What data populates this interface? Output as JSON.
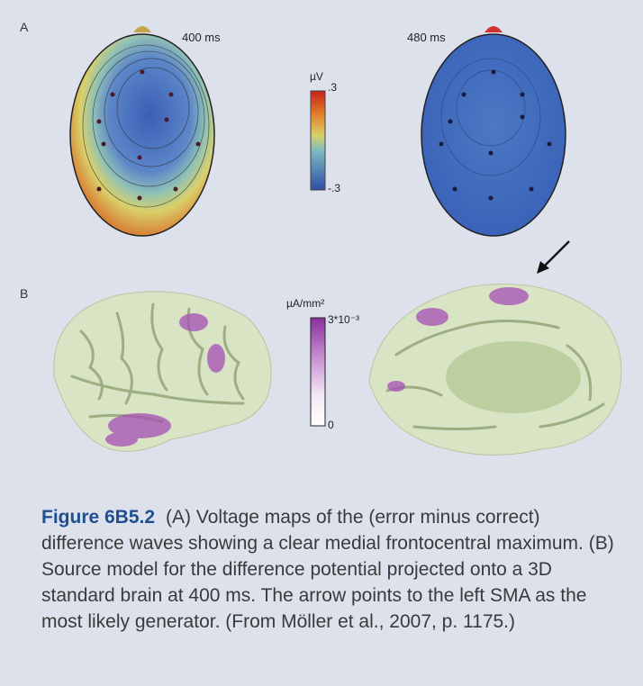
{
  "panel_a": {
    "letter": "A",
    "left_map_time": "400 ms",
    "right_map_time": "480 ms",
    "scale_unit": "µV",
    "scale_max": ".3",
    "scale_min": "-.3"
  },
  "panel_b": {
    "letter": "B",
    "scale_unit": "µA/mm²",
    "scale_max": "3*10⁻³",
    "scale_min": "0"
  },
  "caption": {
    "title": "Figure 6B5.2",
    "text": "(A) Voltage maps of the (error minus correct) difference waves showing a clear medial frontocentral maximum. (B) Source model for the difference potential projected onto a 3D standard brain at 400 ms. The arrow points to the left SMA as the most likely generator. (From Möller et al., 2007, p. 1175.)"
  },
  "colors": {
    "background": "#dde1ec",
    "title_blue": "#1f4f8f",
    "brain_green": "#d8e4c4",
    "activation_purple": "#a64fb4"
  }
}
